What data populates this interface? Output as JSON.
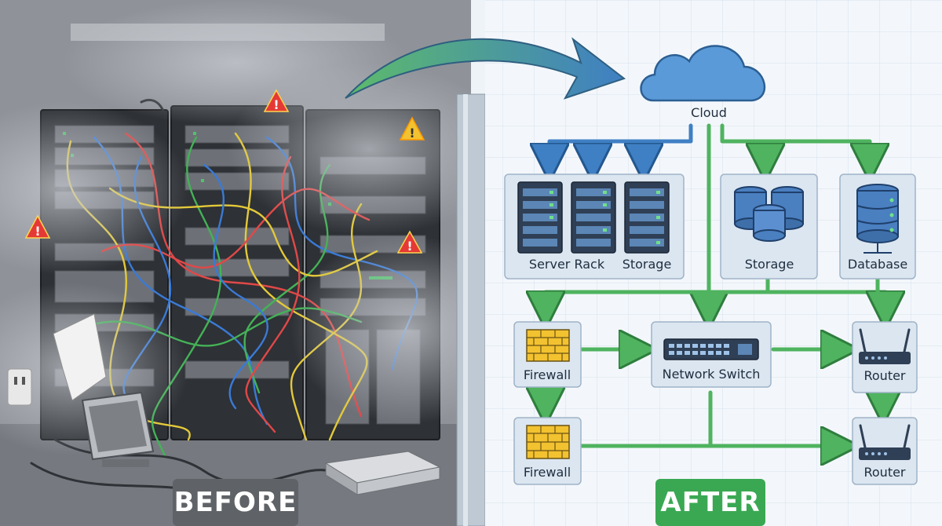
{
  "badges": {
    "before": "BEFORE",
    "after": "AFTER"
  },
  "nodes": {
    "cloud": "Cloud",
    "server_rack": "Server Rack",
    "storage_left": "Storage",
    "storage_right": "Storage",
    "database": "Database",
    "firewall_top": "Firewall",
    "network_switch": "Network Switch",
    "router_top": "Router",
    "firewall_bottom": "Firewall",
    "router_bottom": "Router"
  },
  "colors": {
    "blue_links": "#3f7fc4",
    "green_links": "#4fb35f",
    "after_badge": "#3aa853",
    "before_badge": "#5f6266",
    "alert": "#e53935",
    "warning": "#f2c230"
  },
  "icons": [
    "cloud-icon",
    "server-icon",
    "database-icon",
    "firewall-icon",
    "switch-icon",
    "router-icon",
    "warning-icon",
    "power-outlet-icon",
    "monitor-icon"
  ]
}
